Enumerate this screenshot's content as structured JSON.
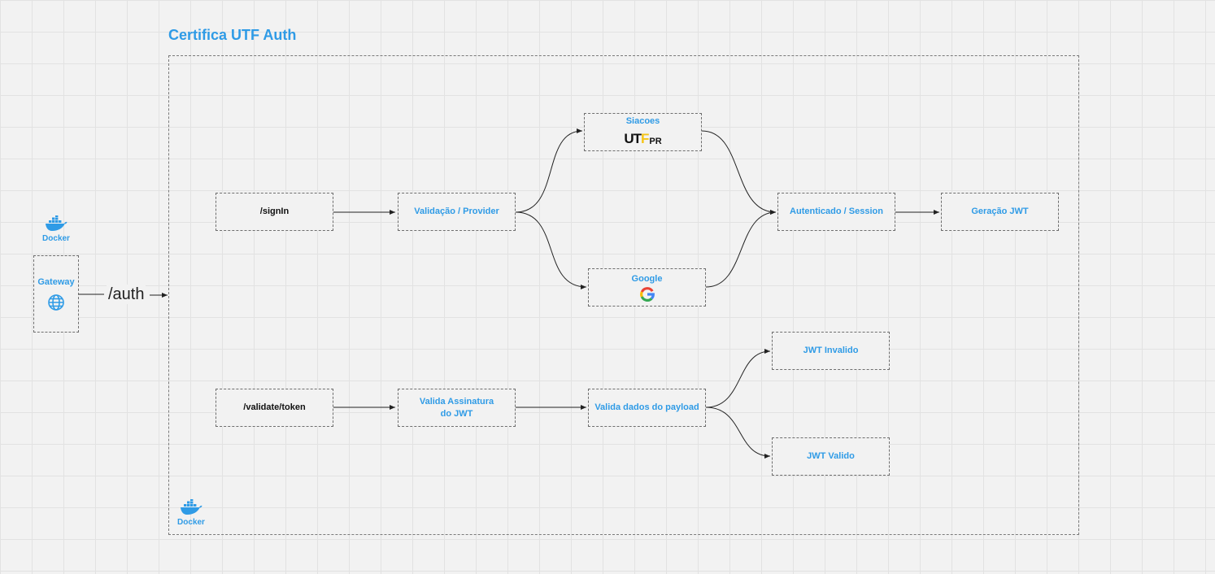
{
  "title": "Certifica UTF Auth",
  "gateway": {
    "docker_label": "Docker",
    "label": "Gateway",
    "route": "/auth"
  },
  "frame": {
    "docker_label": "Docker"
  },
  "nodes": {
    "signin": "/signIn",
    "validacao": "Validação / Provider",
    "siacoes": "Siacoes",
    "google": "Google",
    "autenticado": "Autenticado / Session",
    "geracao": "Geração JWT",
    "validate": "/validate/token",
    "valida_assinatura_1": "Valida Assinatura",
    "valida_assinatura_2": "do JWT",
    "valida_dados": "Valida dados do payload",
    "jwt_invalido": "JWT Invalido",
    "jwt_valido": "JWT Valido"
  },
  "logos": {
    "utfpr_a": "UT",
    "utfpr_b": "F",
    "utfpr_c": "PR"
  },
  "colors": {
    "accent": "#2f9be6",
    "edge": "#222222",
    "border": "#6e6e6e",
    "utfpr_yellow": "#f5c518"
  }
}
